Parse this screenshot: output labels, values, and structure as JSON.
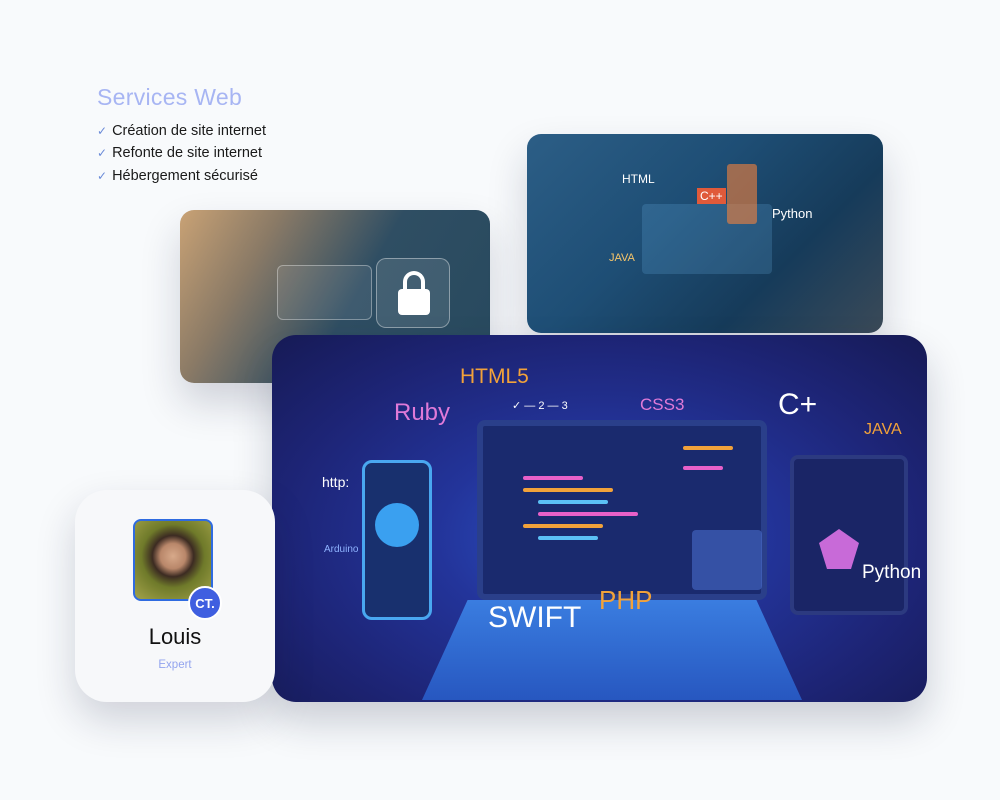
{
  "header": {
    "title": "Services Web"
  },
  "services": [
    {
      "label": "Création de site internet",
      "icon": "check-icon"
    },
    {
      "label": "Refonte de site internet",
      "icon": "check-icon"
    },
    {
      "label": "Hébergement sécurisé",
      "icon": "check-icon"
    }
  ],
  "photos": {
    "security": {
      "icon": "lock-icon"
    },
    "coding": {
      "labels": [
        "HTML",
        "C++",
        "Python",
        "JAVA"
      ]
    }
  },
  "illustration": {
    "labels": {
      "html5": "HTML5",
      "ruby": "Ruby",
      "css3": "CSS3",
      "cplus": "C+",
      "java": "JAVA",
      "http": "http:",
      "arduino": "Arduino",
      "swift": "SWIFT",
      "php": "PHP",
      "python": "Python"
    },
    "steps": [
      "2",
      "3"
    ]
  },
  "profile": {
    "name": "Louis",
    "role": "Expert",
    "badge": "CT."
  },
  "colors": {
    "accent": "#a7b5f3",
    "badge": "#3f5fe0",
    "orange": "#f2a23a",
    "pink": "#e07ad8"
  }
}
